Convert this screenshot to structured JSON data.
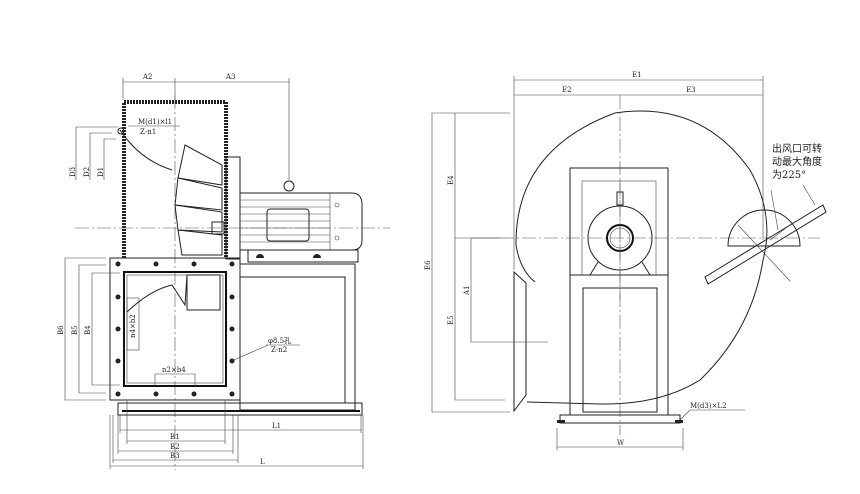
{
  "side_view": {
    "dims": {
      "A2": "A2",
      "A3": "A3",
      "D1": "D1",
      "D2": "D2",
      "D3": "D3",
      "B4": "B4",
      "B5": "B5",
      "B6": "B6",
      "B1": "B1",
      "B2": "B2",
      "B3": "B3",
      "L1": "L1",
      "L": "L"
    },
    "bolt_note_top": "M(d1)×l1",
    "bolt_note_top_count": "Z-n1",
    "hole_note": "φ8.5孔",
    "hole_note_count": "Z-n2",
    "pitch_vertical": "n4×b2",
    "pitch_horizontal": "n2×b4"
  },
  "front_view": {
    "dims": {
      "E1": "E1",
      "E2": "E2",
      "E3": "E3",
      "E4": "E4",
      "E5": "E5",
      "E6": "E6",
      "A1": "A1",
      "W": "W"
    },
    "outlet_note": [
      "出风口可转",
      "动最大角度",
      "为225°"
    ],
    "anchor_note": "M(d3)×L2"
  }
}
